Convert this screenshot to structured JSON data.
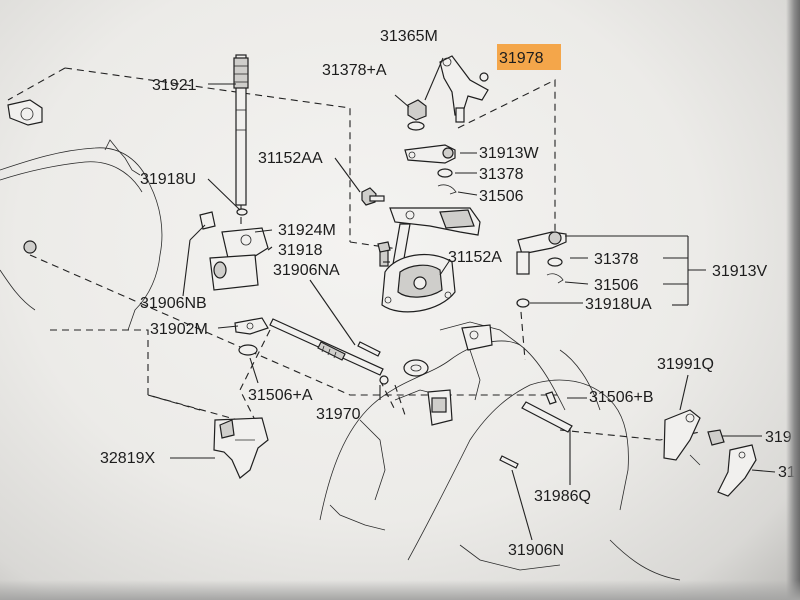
{
  "highlight_color": "#f4a64a",
  "labels": {
    "p31365M": "31365M",
    "p31978": "31978",
    "p31378A": "31378+A",
    "p31921": "31921",
    "p31152AA": "31152AA",
    "p31913W": "31913W",
    "p31378_1": "31378",
    "p31506_1": "31506",
    "p31918U": "31918U",
    "p31924M": "31924M",
    "p31918": "31918",
    "p31152A": "31152A",
    "p31378_2": "31378",
    "p31913V": "31913V",
    "p31906NA": "31906NA",
    "p31506_2": "31506",
    "p31906NB": "31906NB",
    "p31918UA": "31918UA",
    "p31902M": "31902M",
    "p31991Q": "31991Q",
    "p31506B": "31506+B",
    "p31506A": "31506+A",
    "p31970": "31970",
    "p32819X": "32819X",
    "p31986Q": "31986Q",
    "p31906N": "31906N",
    "p319_right": "319",
    "p31_right": "31"
  }
}
